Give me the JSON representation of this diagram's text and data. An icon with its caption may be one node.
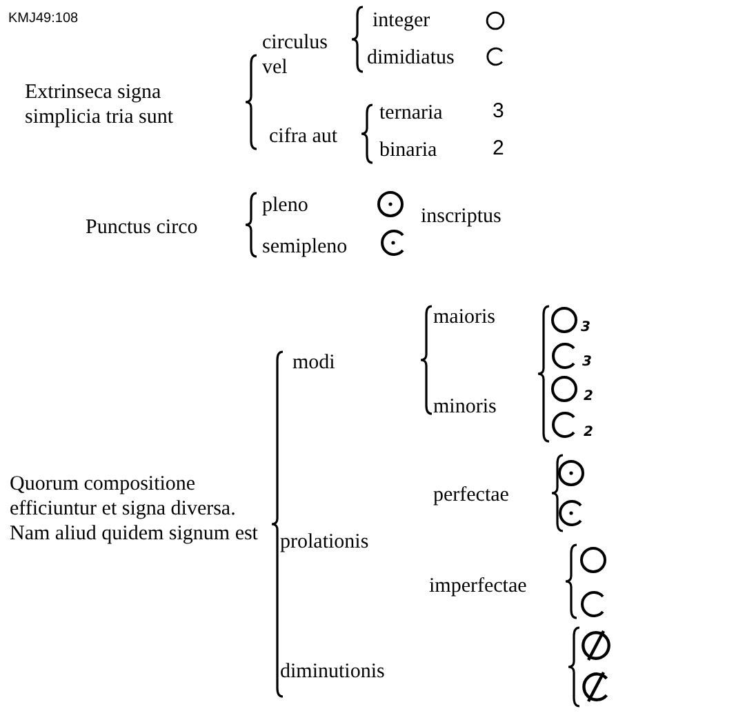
{
  "diagram": {
    "labels": [
      "KMJ49:108",
      "Extrinseca signa simplicia tria sunt",
      "circulus vel",
      "integer",
      "dimidiatus",
      "cifra aut",
      "ternaria",
      "3",
      "binaria",
      "2",
      "Punctus circo",
      "pleno",
      "semipleno",
      "inscriptus",
      "Quorum compositione efficiuntur et signa diversa. Nam aliud quidem signum est",
      "modi",
      "prolationis",
      "diminutionis",
      "maioris",
      "3",
      "3",
      "minoris",
      "2",
      "2",
      "perfectae",
      "imperfectae"
    ]
  }
}
